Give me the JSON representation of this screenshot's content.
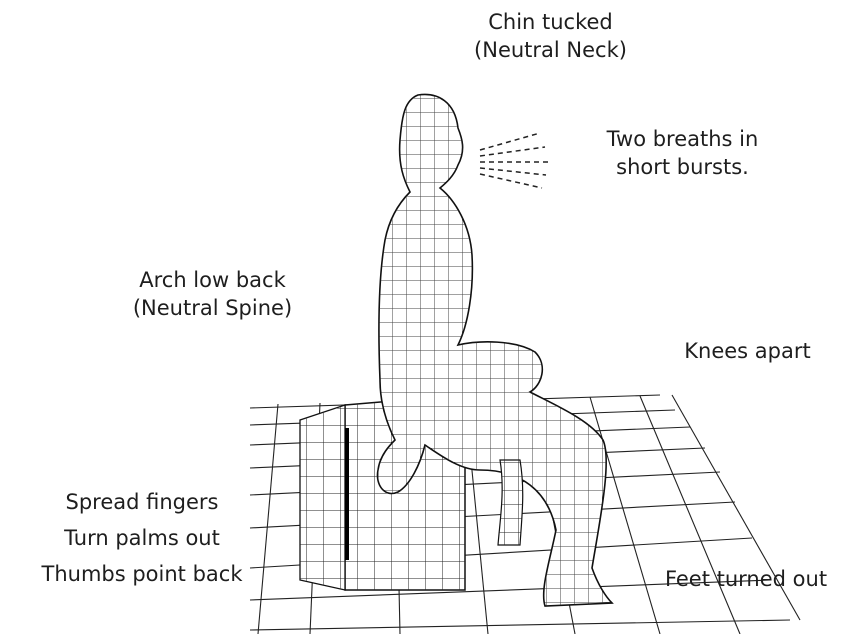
{
  "labels": {
    "chin": {
      "line1": "Chin tucked",
      "line2": "(Neutral Neck)"
    },
    "breath": {
      "line1": "Two breaths in",
      "line2": "short bursts."
    },
    "back": {
      "line1": "Arch low back",
      "line2": "(Neutral Spine)"
    },
    "knees": {
      "line1": "Knees apart"
    },
    "hands": {
      "line1": "Spread fingers",
      "line2": "Turn palms out",
      "line3": "Thumbs point back"
    },
    "feet": {
      "line1": "Feet turned out"
    }
  },
  "colors": {
    "ink": "#1e1e1e",
    "background": "#ffffff"
  }
}
